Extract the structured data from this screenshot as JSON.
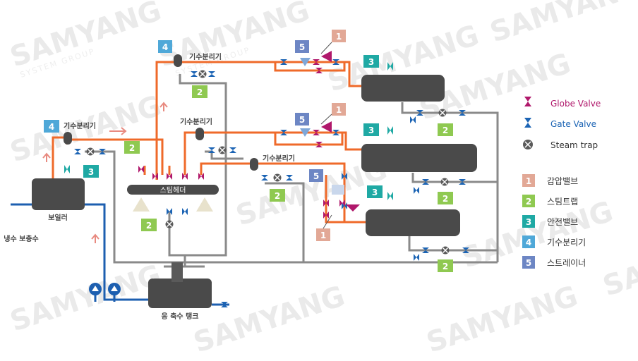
{
  "watermark": {
    "brand": "SAMYANG",
    "sub": "SYSTEM GROUP"
  },
  "equipment": {
    "boiler": "보일러",
    "header": "스팀헤더",
    "tank": "응 축수 탱크",
    "makeup": "냉수 보충수"
  },
  "separator_label": "기수분리기",
  "badges": {
    "b1": "1",
    "b2": "2",
    "b3": "3",
    "b4": "4",
    "b5": "5"
  },
  "legend": {
    "globe": "Globe Valve",
    "gate": "Gate Valve",
    "trap": "Steam trap",
    "items": [
      {
        "num": "1",
        "label": "감압밸브",
        "color": "#e2a896"
      },
      {
        "num": "2",
        "label": "스팀트랩",
        "color": "#8fc951"
      },
      {
        "num": "3",
        "label": "안전밸브",
        "color": "#1fa9a4"
      },
      {
        "num": "4",
        "label": "기수분리기",
        "color": "#4fa8d8"
      },
      {
        "num": "5",
        "label": "스트레이너",
        "color": "#6d86c4"
      }
    ]
  },
  "colors": {
    "steam": "#ef6a2a",
    "condensate": "#8a8a8a",
    "water": "#1d5fb0",
    "globe": "#b0186b",
    "gate": "#1c64b4",
    "vessel": "#4a4a4a",
    "arrow": "#e88a80"
  }
}
